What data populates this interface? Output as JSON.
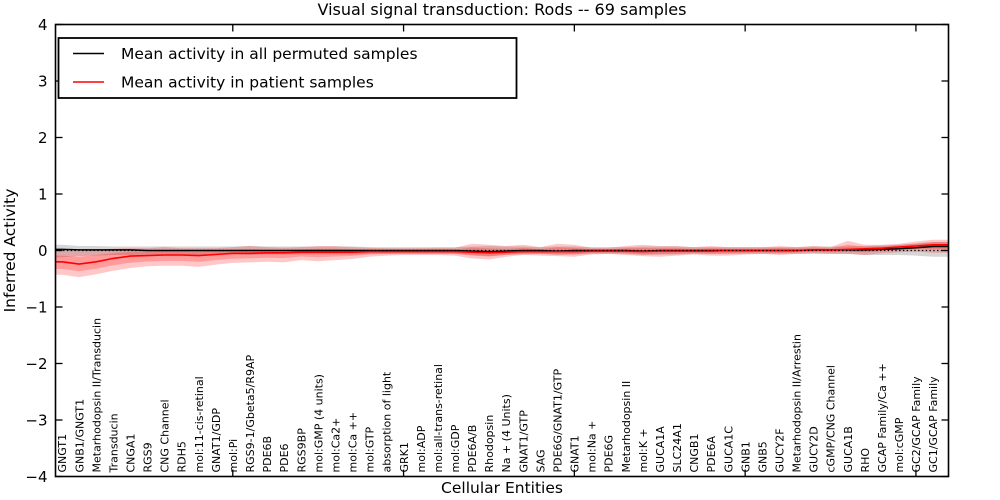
{
  "figure": {
    "title": "Visual signal transduction: Rods -- 69 samples",
    "xlabel": "Cellular Entities",
    "ylabel": "Inferred Activity"
  },
  "colors": {
    "permuted_line": "#000000",
    "patient_line": "#ff0000",
    "permuted_band": "rgba(0,0,0,0.16)",
    "patient_band": "rgba(255,0,0,0.22)",
    "frame": "#000000",
    "background": "#ffffff"
  },
  "chart_data": {
    "type": "line",
    "title": "Visual signal transduction: Rods -- 69 samples",
    "xlabel": "Cellular Entities",
    "ylabel": "Inferred Activity",
    "ylim": [
      -4,
      4
    ],
    "yticks": [
      -4,
      -3,
      -2,
      -1,
      0,
      1,
      2,
      3,
      4
    ],
    "xtick_positions": [
      10,
      20,
      30,
      40,
      50
    ],
    "grid": false,
    "zero_reference_line": true,
    "legend_position": "upper left",
    "categories": [
      "GNGT1",
      "GNB1/GNGT1",
      "Metarhodopsin II/Transducin",
      "Transducin",
      "CNGA1",
      "RGS9",
      "CNG Channel",
      "RDH5",
      "mol:11-cis-retinal",
      "GNAT1/GDP",
      "mol:Pi",
      "RGS9-1/Gbeta5/R9AP",
      "PDE6B",
      "PDE6",
      "RGS9BP",
      "mol:GMP (4 units)",
      "mol:Ca2+",
      "mol:Ca ++",
      "mol:GTP",
      "absorption of light",
      "GRK1",
      "mol:ADP",
      "mol:all-trans-retinal",
      "mol:GDP",
      "PDE6A/B",
      "Rhodopsin",
      "Na + (4 Units)",
      "GNAT1/GTP",
      "SAG",
      "PDE6G/GNAT1/GTP",
      "GNAT1",
      "mol:Na +",
      "PDE6G",
      "Metarhodopsin II",
      "mol:K +",
      "GUCA1A",
      "SLC24A1",
      "CNGB1",
      "PDE6A",
      "GUCA1C",
      "GNB1",
      "GNB5",
      "GUCY2F",
      "Metarhodopsin II/Arrestin",
      "GUCY2D",
      "cGMP/CNG Channel",
      "GUCA1B",
      "RHO",
      "GCAP Family/Ca ++",
      "mol:cGMP",
      "GC2/GCAP Family",
      "GC1/GCAP Family"
    ],
    "series": [
      {
        "name": "Mean activity in all permuted samples",
        "color": "#000000",
        "values": [
          0.02,
          0.01,
          0.01,
          0.01,
          0.01,
          0.0,
          0.0,
          0.0,
          0.0,
          0.0,
          0.0,
          0.0,
          0.0,
          0.0,
          0.0,
          0.0,
          0.0,
          0.0,
          0.0,
          0.0,
          0.0,
          0.0,
          0.0,
          0.0,
          -0.01,
          -0.02,
          -0.01,
          0.0,
          0.0,
          -0.01,
          0.0,
          0.0,
          0.0,
          0.0,
          -0.01,
          0.0,
          0.0,
          0.0,
          0.0,
          0.0,
          0.0,
          0.0,
          0.0,
          0.0,
          0.01,
          0.01,
          0.01,
          0.01,
          0.02,
          0.03,
          0.05,
          0.07
        ],
        "band_upper": [
          0.1,
          0.08,
          0.08,
          0.07,
          0.07,
          0.07,
          0.07,
          0.07,
          0.07,
          0.07,
          0.07,
          0.08,
          0.07,
          0.07,
          0.07,
          0.07,
          0.07,
          0.07,
          0.06,
          0.06,
          0.06,
          0.06,
          0.06,
          0.06,
          0.07,
          0.08,
          0.07,
          0.07,
          0.06,
          0.07,
          0.07,
          0.06,
          0.06,
          0.06,
          0.07,
          0.07,
          0.07,
          0.06,
          0.06,
          0.06,
          0.06,
          0.06,
          0.06,
          0.06,
          0.07,
          0.07,
          0.07,
          0.08,
          0.09,
          0.1,
          0.12,
          0.15
        ],
        "band_lower": [
          -0.12,
          -0.1,
          -0.09,
          -0.08,
          -0.08,
          -0.07,
          -0.07,
          -0.07,
          -0.08,
          -0.07,
          -0.07,
          -0.08,
          -0.07,
          -0.07,
          -0.07,
          -0.07,
          -0.07,
          -0.07,
          -0.06,
          -0.06,
          -0.06,
          -0.06,
          -0.06,
          -0.06,
          -0.08,
          -0.1,
          -0.08,
          -0.07,
          -0.06,
          -0.08,
          -0.07,
          -0.06,
          -0.06,
          -0.06,
          -0.08,
          -0.07,
          -0.07,
          -0.06,
          -0.06,
          -0.06,
          -0.06,
          -0.06,
          -0.06,
          -0.06,
          -0.06,
          -0.06,
          -0.06,
          -0.08,
          -0.08,
          -0.08,
          -0.09,
          -0.11
        ]
      },
      {
        "name": "Mean activity in patient samples",
        "color": "#ff0000",
        "values": [
          -0.2,
          -0.24,
          -0.2,
          -0.14,
          -0.1,
          -0.09,
          -0.08,
          -0.08,
          -0.09,
          -0.07,
          -0.05,
          -0.05,
          -0.04,
          -0.04,
          -0.03,
          -0.03,
          -0.03,
          -0.03,
          -0.02,
          -0.02,
          -0.02,
          -0.02,
          -0.02,
          -0.02,
          -0.03,
          -0.04,
          -0.03,
          -0.02,
          -0.02,
          -0.02,
          -0.02,
          -0.01,
          -0.01,
          -0.01,
          -0.02,
          -0.01,
          -0.01,
          -0.01,
          -0.01,
          0.0,
          0.0,
          0.0,
          0.0,
          0.0,
          0.01,
          0.01,
          0.02,
          0.03,
          0.04,
          0.06,
          0.08,
          0.1
        ],
        "band_upper": [
          0.0,
          -0.01,
          0.02,
          0.03,
          0.04,
          0.04,
          0.06,
          0.04,
          0.04,
          0.04,
          0.06,
          0.08,
          0.06,
          0.05,
          0.06,
          0.08,
          0.08,
          0.06,
          0.05,
          0.04,
          0.04,
          0.04,
          0.05,
          0.05,
          0.12,
          0.1,
          0.08,
          0.1,
          0.06,
          0.12,
          0.1,
          0.05,
          0.05,
          0.08,
          0.1,
          0.08,
          0.08,
          0.06,
          0.08,
          0.06,
          0.06,
          0.06,
          0.08,
          0.06,
          0.08,
          0.06,
          0.17,
          0.1,
          0.1,
          0.12,
          0.16,
          0.19
        ],
        "band_lower": [
          -0.43,
          -0.47,
          -0.42,
          -0.36,
          -0.31,
          -0.28,
          -0.27,
          -0.27,
          -0.29,
          -0.25,
          -0.22,
          -0.21,
          -0.2,
          -0.21,
          -0.17,
          -0.19,
          -0.17,
          -0.15,
          -0.11,
          -0.09,
          -0.08,
          -0.08,
          -0.08,
          -0.09,
          -0.14,
          -0.16,
          -0.11,
          -0.08,
          -0.09,
          -0.1,
          -0.11,
          -0.07,
          -0.06,
          -0.08,
          -0.1,
          -0.11,
          -0.09,
          -0.07,
          -0.09,
          -0.09,
          -0.07,
          -0.06,
          -0.08,
          -0.06,
          -0.05,
          -0.06,
          -0.06,
          -0.08,
          -0.05,
          -0.03,
          -0.02,
          -0.04
        ]
      }
    ]
  }
}
